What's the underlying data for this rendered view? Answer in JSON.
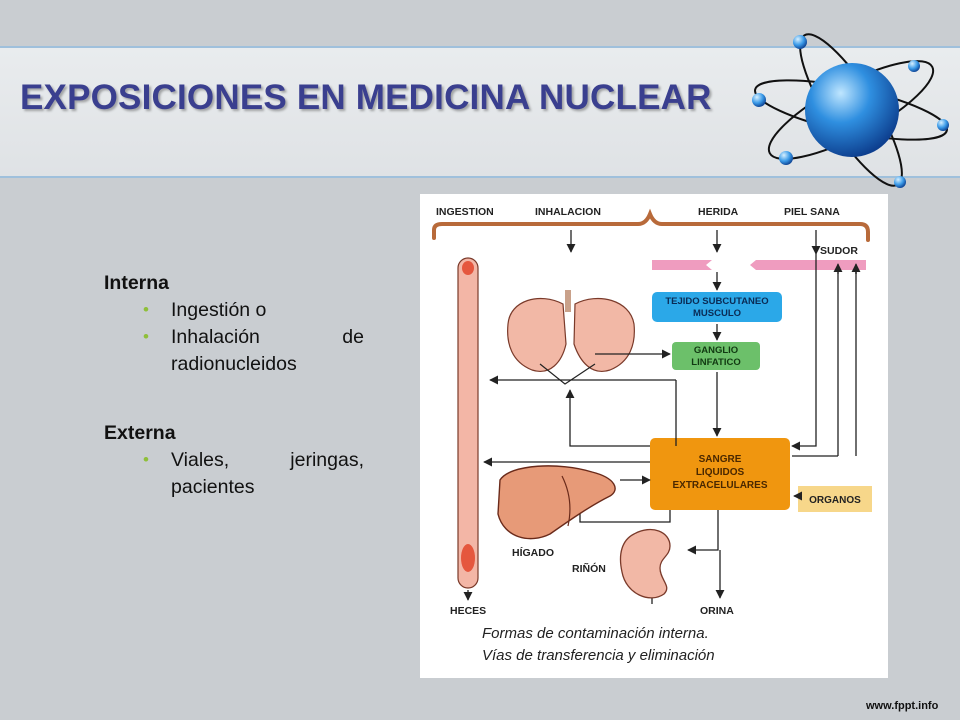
{
  "title": "EXPOSICIONES EN MEDICINA NUCLEAR",
  "sections": [
    {
      "heading": "Interna",
      "bullets": [
        "Ingestión o",
        "Inhalación de radionucleidos"
      ]
    },
    {
      "heading": "Externa",
      "bullets": [
        "Viales, jeringas, pacientes"
      ]
    }
  ],
  "figure": {
    "labels": {
      "ingestion": "INGESTION",
      "inhalacion": "INHALACION",
      "herida": "HERIDA",
      "piel_sana": "PIEL SANA",
      "sudor": "SUDOR",
      "tejido_1": "TEJIDO SUBCUTANEO",
      "tejido_2": "MUSCULO",
      "ganglio_1": "GANGLIO",
      "ganglio_2": "LINFATICO",
      "sangre_1": "SANGRE",
      "sangre_2": "LIQUIDOS",
      "sangre_3": "EXTRACELULARES",
      "organos": "ORGANOS",
      "higado": "HÍGADO",
      "rinon": "RIÑÓN",
      "heces": "HECES",
      "orina": "ORINA"
    },
    "caption_1": "Formas de contaminación interna.",
    "caption_2": "Vías de transferencia y eliminación"
  },
  "footer": "www.fppt.info",
  "colors": {
    "title": "#3a3f8f",
    "bullet": "#8fbf3a",
    "tejido_box": "#2ba8e8",
    "ganglio_box": "#6cc06a",
    "sangre_box": "#f0960f",
    "organos_box": "#f7d78a",
    "skin_band": "#ef9cbf",
    "bracket": "#b86a3a",
    "organ_fill": "#e79a78"
  }
}
